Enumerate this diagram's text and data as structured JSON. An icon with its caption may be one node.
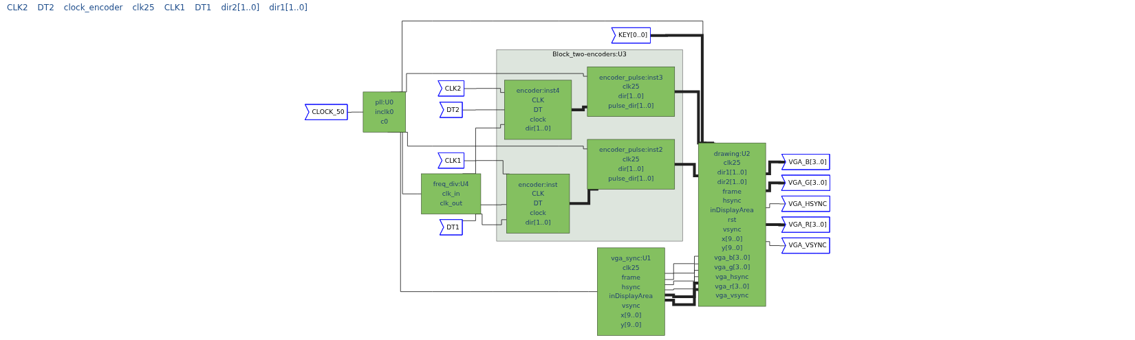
{
  "diagram": {
    "nodes": [
      {
        "text": [
          "CLK1"
        ]
      },
      {
        "text": [
          "CLK2"
        ]
      },
      {
        "text": [
          "DT1"
        ]
      },
      {
        "text": [
          "DT2"
        ]
      },
      {
        "text": [
          "CLOCK_50"
        ]
      },
      {
        "text": [
          "KEY[0..0]"
        ]
      },
      {
        "text": [
          "pll:U0",
          "inclk0",
          "c0"
        ]
      },
      {
        "text": [
          "freq_div:U4",
          "clk_in",
          "clk_out"
        ]
      },
      {
        "text": [
          "Block_two-encoders:U3"
        ]
      },
      {
        "text": [
          "encoder:inst4",
          "CLK",
          "DT",
          "clock",
          "dir[1..0]"
        ],
        "in": 8
      },
      {
        "text": [
          "encoder_pulse:inst3",
          "clk25",
          "dir[1..0]",
          "pulse_dir[1..0]"
        ],
        "in": 8
      },
      {
        "text": [
          "encoder_pulse:inst2",
          "clk25",
          "dir[1..0]",
          "pulse_dir[1..0]"
        ],
        "in": 8
      },
      {
        "text": [
          "encoder:inst",
          "CLK",
          "DT",
          "clock",
          "dir[1..0]"
        ],
        "in": 8
      },
      {
        "text": [
          "drawing:U2",
          "clk25",
          "dir1[1..0]",
          "dir2[1..0]",
          "frame",
          "hsync",
          "inDisplayArea",
          "rst",
          "vsync",
          "x[9..0]",
          "y[9..0]",
          "vga_b[3..0]",
          "vga_g[3..0]",
          "vga_hsync",
          "vga_r[3..0]",
          "vga_vsync"
        ]
      },
      {
        "text": [
          "VGA_B[3..0]"
        ]
      },
      {
        "text": [
          "VGA_G[3..0]"
        ]
      },
      {
        "text": [
          "VGA_HSYNC"
        ]
      },
      {
        "text": [
          "VGA_R[3..0]"
        ]
      },
      {
        "text": [
          "VGA_VSYNC"
        ]
      },
      {
        "text": [
          "vga_sync:U1",
          "clk25",
          "frame",
          "hsync",
          "inDisplayArea",
          "vsync",
          "x[9..0]",
          "y[9..0]"
        ]
      }
    ],
    "edges": [
      {
        "from": 0,
        "to": 12,
        "arrow": "none"
      },
      {
        "from": 1,
        "to": 9,
        "arrow": "none"
      },
      {
        "from": 2,
        "to": 12,
        "arrow": "none"
      },
      {
        "from": 3,
        "to": 9,
        "arrow": "none"
      },
      {
        "from": 4,
        "to": 6,
        "arrow": "none"
      },
      {
        "from": 6,
        "to": 7,
        "arrow": "none"
      },
      {
        "from": 6,
        "to": 10,
        "arrow": "none"
      },
      {
        "from": 6,
        "to": 11,
        "arrow": "none"
      },
      {
        "from": 6,
        "to": 19,
        "arrow": "none"
      },
      {
        "from": 6,
        "to": 13,
        "arrow": "none"
      },
      {
        "from": 7,
        "to": 9,
        "arrow": "none"
      },
      {
        "from": 7,
        "to": 12,
        "arrow": "none"
      },
      {
        "from": 5,
        "to": 13,
        "arrow": "none",
        "style": "thick"
      },
      {
        "from": 9,
        "to": 10,
        "arrow": "none",
        "style": "thick"
      },
      {
        "from": 12,
        "to": 11,
        "arrow": "none",
        "style": "thick"
      },
      {
        "from": 10,
        "to": 13,
        "arrow": "none",
        "style": "thick"
      },
      {
        "from": 11,
        "to": 13,
        "arrow": "none",
        "style": "thick"
      },
      {
        "from": 19,
        "to": 13,
        "arrow": "none"
      },
      {
        "from": 19,
        "to": 13,
        "arrow": "none"
      },
      {
        "from": 19,
        "to": 13,
        "arrow": "none"
      },
      {
        "from": 19,
        "to": 13,
        "arrow": "none"
      },
      {
        "from": 19,
        "to": 13,
        "arrow": "none",
        "style": "thick"
      },
      {
        "from": 19,
        "to": 13,
        "arrow": "none",
        "style": "thick"
      },
      {
        "from": 13,
        "to": 14,
        "arrow": "none",
        "style": "thick"
      },
      {
        "from": 13,
        "to": 15,
        "arrow": "none",
        "style": "thick"
      },
      {
        "from": 13,
        "to": 16,
        "arrow": "none"
      },
      {
        "from": 13,
        "to": 17,
        "arrow": "none",
        "style": "thick"
      },
      {
        "from": 13,
        "to": 18,
        "arrow": "none"
      }
    ],
    "labels": [
      "CLK2",
      "DT2",
      "clock_encoder",
      "clk25",
      "CLK1",
      "DT1",
      "dir2[1..0]",
      "dir1[1..0]"
    ]
  }
}
